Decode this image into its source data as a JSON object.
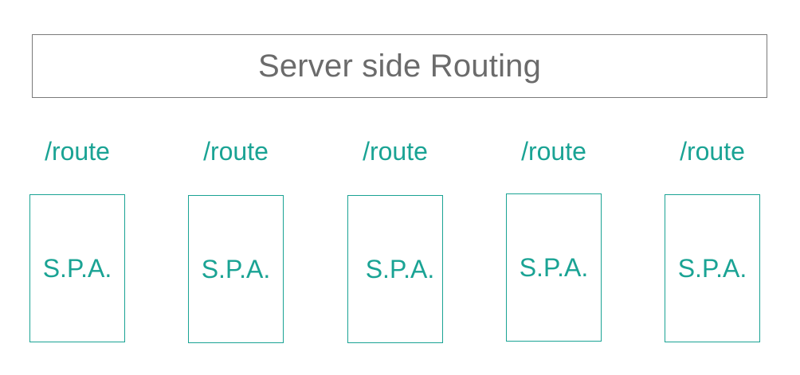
{
  "server": {
    "title": "Server side Routing"
  },
  "columns": [
    {
      "route": "/route",
      "app": "S.P.A."
    },
    {
      "route": "/route",
      "app": "S.P.A."
    },
    {
      "route": "/route",
      "app": "S.P.A."
    },
    {
      "route": "/route",
      "app": "S.P.A."
    },
    {
      "route": "/route",
      "app": "S.P.A."
    }
  ],
  "colors": {
    "server_border": "#7a7a7a",
    "server_text": "#6b6b6b",
    "accent": "#1aa394"
  }
}
